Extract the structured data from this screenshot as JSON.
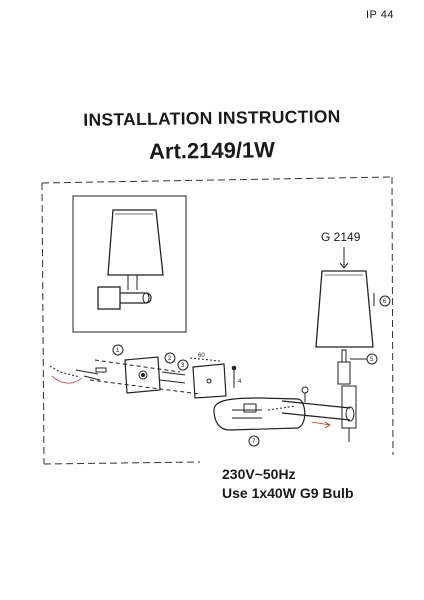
{
  "document": {
    "ip_rating": "IP 44",
    "title": "INSTALLATION INSTRUCTION",
    "article": "Art.2149/1W",
    "model_label": "G 2149",
    "specs": {
      "voltage": "230V~50Hz",
      "bulb": "Use 1x40W G9 Bulb"
    }
  },
  "diagram": {
    "step_markers": [
      "1",
      "2",
      "3",
      "4",
      "5",
      "6",
      "7"
    ]
  }
}
